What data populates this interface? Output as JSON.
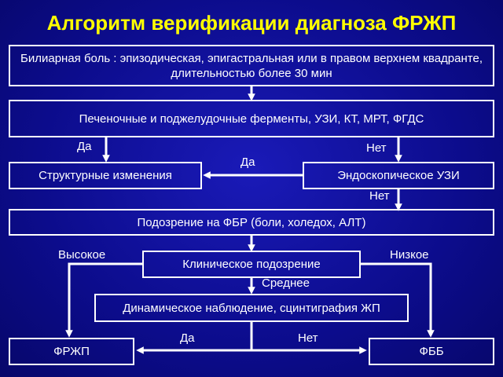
{
  "title": "Алгоритм верификации диагноза ФРЖП",
  "boxes": {
    "biliary_pain": "Билиарная боль : эпизодическая, эпигастральная или в правом верхнем квадранте, длительностью более 30 мин",
    "enzymes": "Печеночные и поджелудочные ферменты, УЗИ, КТ, МРТ, ФГДС",
    "structural": "Структурные изменения",
    "endoscopic_us": "Эндоскопическое УЗИ",
    "fbr_suspicion": "Подозрение на ФБР (боли, холедох, АЛТ)",
    "clinical_suspicion": "Клиническое подозрение",
    "dynamic_obs": "Динамическое наблюдение, сцинтиграфия ЖП",
    "frzhp": "ФРЖП",
    "fbb": "ФББ"
  },
  "labels": {
    "yes_left": "Да",
    "no_right": "Нет",
    "yes_mid": "Да",
    "no_mid": "Нет",
    "high": "Высокое",
    "low": "Низкое",
    "medium": "Среднее",
    "yes_bottom": "Да",
    "no_bottom": "Нет"
  },
  "colors": {
    "background": "#0c0c8c",
    "title": "#ffff00",
    "text": "#ffffff",
    "arrow": "#ffffff"
  }
}
